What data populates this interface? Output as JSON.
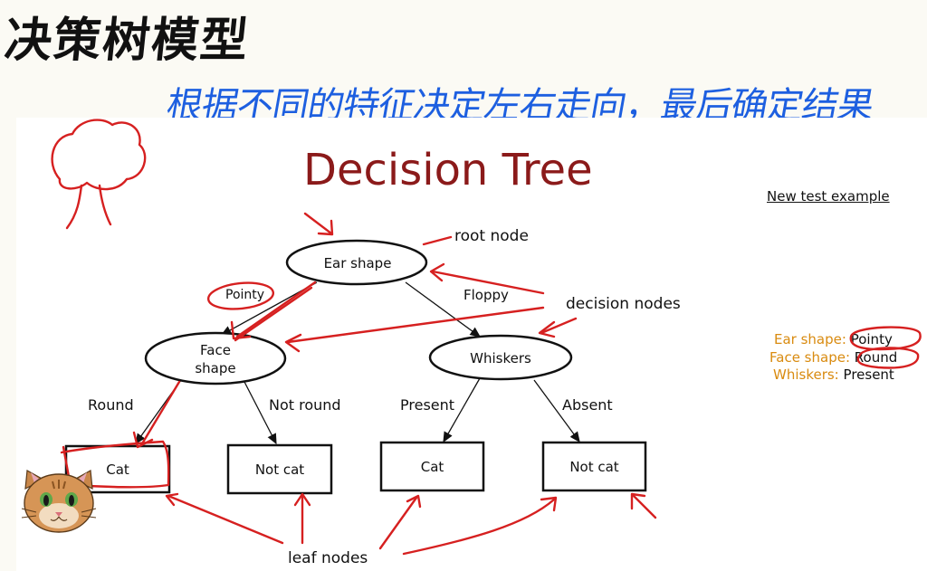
{
  "notes": {
    "title": "决策树模型",
    "subtitle": "根据不同的特征决定左右走向，最后确定结果"
  },
  "slide": {
    "title": "Decision Tree",
    "example": {
      "heading": "New test example",
      "rows": [
        {
          "key": "Ear shape:",
          "value": "Pointy"
        },
        {
          "key": "Face shape:",
          "value": "Round"
        },
        {
          "key": "Whiskers:",
          "value": "Present"
        }
      ]
    },
    "nodes": {
      "root": "Ear shape",
      "face": "Face shape",
      "whiskers": "Whiskers",
      "leaf1": "Cat",
      "leaf2": "Not cat",
      "leaf3": "Cat",
      "leaf4": "Not cat"
    },
    "edges": {
      "pointy": "Pointy",
      "floppy": "Floppy",
      "round": "Round",
      "not_round": "Not round",
      "present": "Present",
      "absent": "Absent"
    },
    "annotations": {
      "root_node": "root node",
      "decision_nodes": "decision nodes",
      "leaf_nodes": "leaf nodes"
    }
  },
  "colors": {
    "ink": "#1d5fe0",
    "title": "#8b1a1a",
    "marker": "#d62020",
    "example_key": "#d98b10"
  }
}
